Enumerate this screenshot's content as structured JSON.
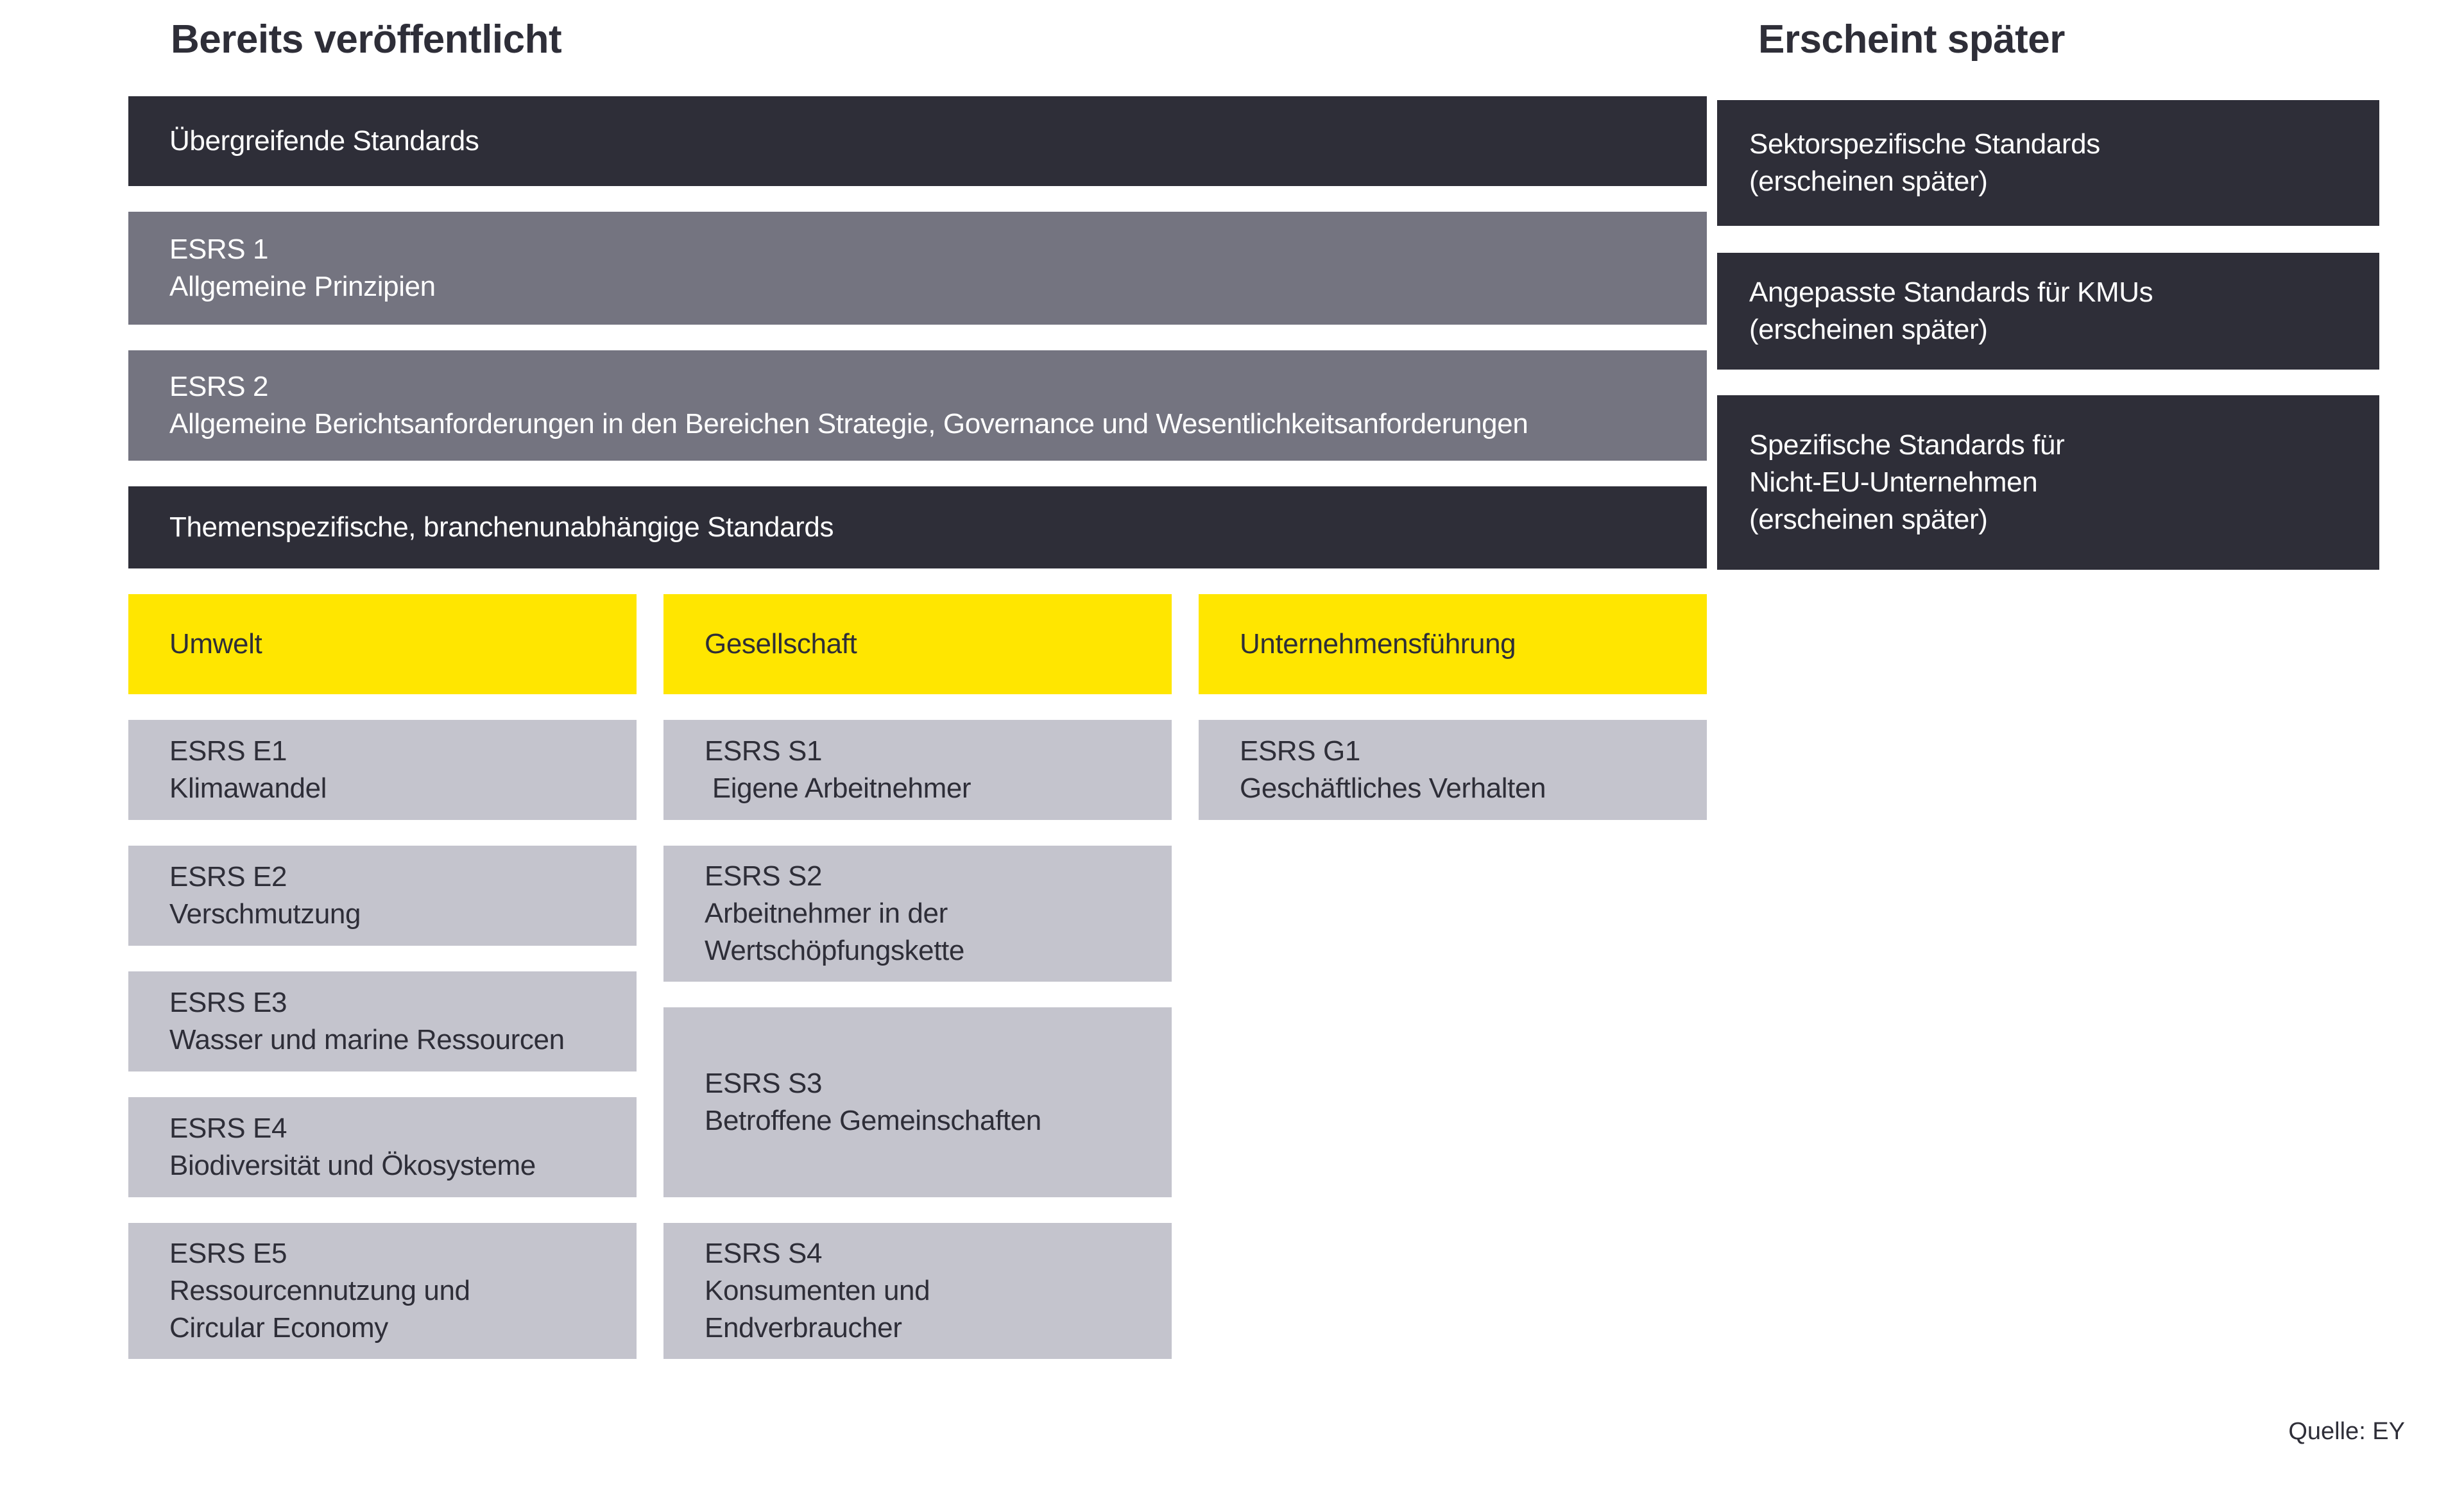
{
  "page": {
    "source_note": "Quelle: EY"
  },
  "colors": {
    "dark": "#2E2E38",
    "mid_gray": "#747480",
    "light_gray": "#C4C4CD",
    "yellow": "#FFE600",
    "white": "#FFFFFF",
    "background": "#FFFFFF"
  },
  "published": {
    "title": "Bereits veröffentlicht",
    "overarching_bar": "Übergreifende Standards",
    "esrs1": [
      "ESRS 1",
      "Allgemeine Prinzipien"
    ],
    "esrs2": [
      "ESRS 2",
      "Allgemeine Berichtsanforderungen in den Bereichen Strategie, Governance und Wesentlichkeitsanforderungen"
    ],
    "topic_bar": "Themenspezifische, branchenunabhängige Standards",
    "category_headers": {
      "environment": "Umwelt",
      "social": "Gesellschaft",
      "governance": "Unternehmensführung"
    },
    "environment_boxes": [
      [
        "ESRS E1",
        "Klimawandel"
      ],
      [
        "ESRS E2",
        "Verschmutzung"
      ],
      [
        "ESRS E3",
        "Wasser und marine Ressourcen"
      ],
      [
        "ESRS E4",
        "Biodiversität und Ökosysteme"
      ],
      [
        "ESRS E5",
        "Ressourcennutzung und",
        "Circular Economy"
      ]
    ],
    "social_boxes": [
      [
        "ESRS S1",
        " Eigene Arbeitnehmer"
      ],
      [
        "ESRS S2",
        "Arbeitnehmer in der",
        "Wertschöpfungskette"
      ],
      [
        "ESRS S3",
        "Betroffene Gemeinschaften"
      ],
      [
        "ESRS S4",
        "Konsumenten und",
        "Endverbraucher"
      ]
    ],
    "governance_boxes": [
      [
        "ESRS G1",
        "Geschäftliches Verhalten"
      ]
    ]
  },
  "upcoming": {
    "title": "Erscheint später",
    "boxes": [
      [
        "Sektorspezifische Standards",
        "(erscheinen später)"
      ],
      [
        "Angepasste Standards für KMUs",
        "(erscheinen später)"
      ],
      [
        "Spezifische Standards für",
        "Nicht-EU-Unternehmen",
        "(erscheinen später)"
      ]
    ]
  }
}
